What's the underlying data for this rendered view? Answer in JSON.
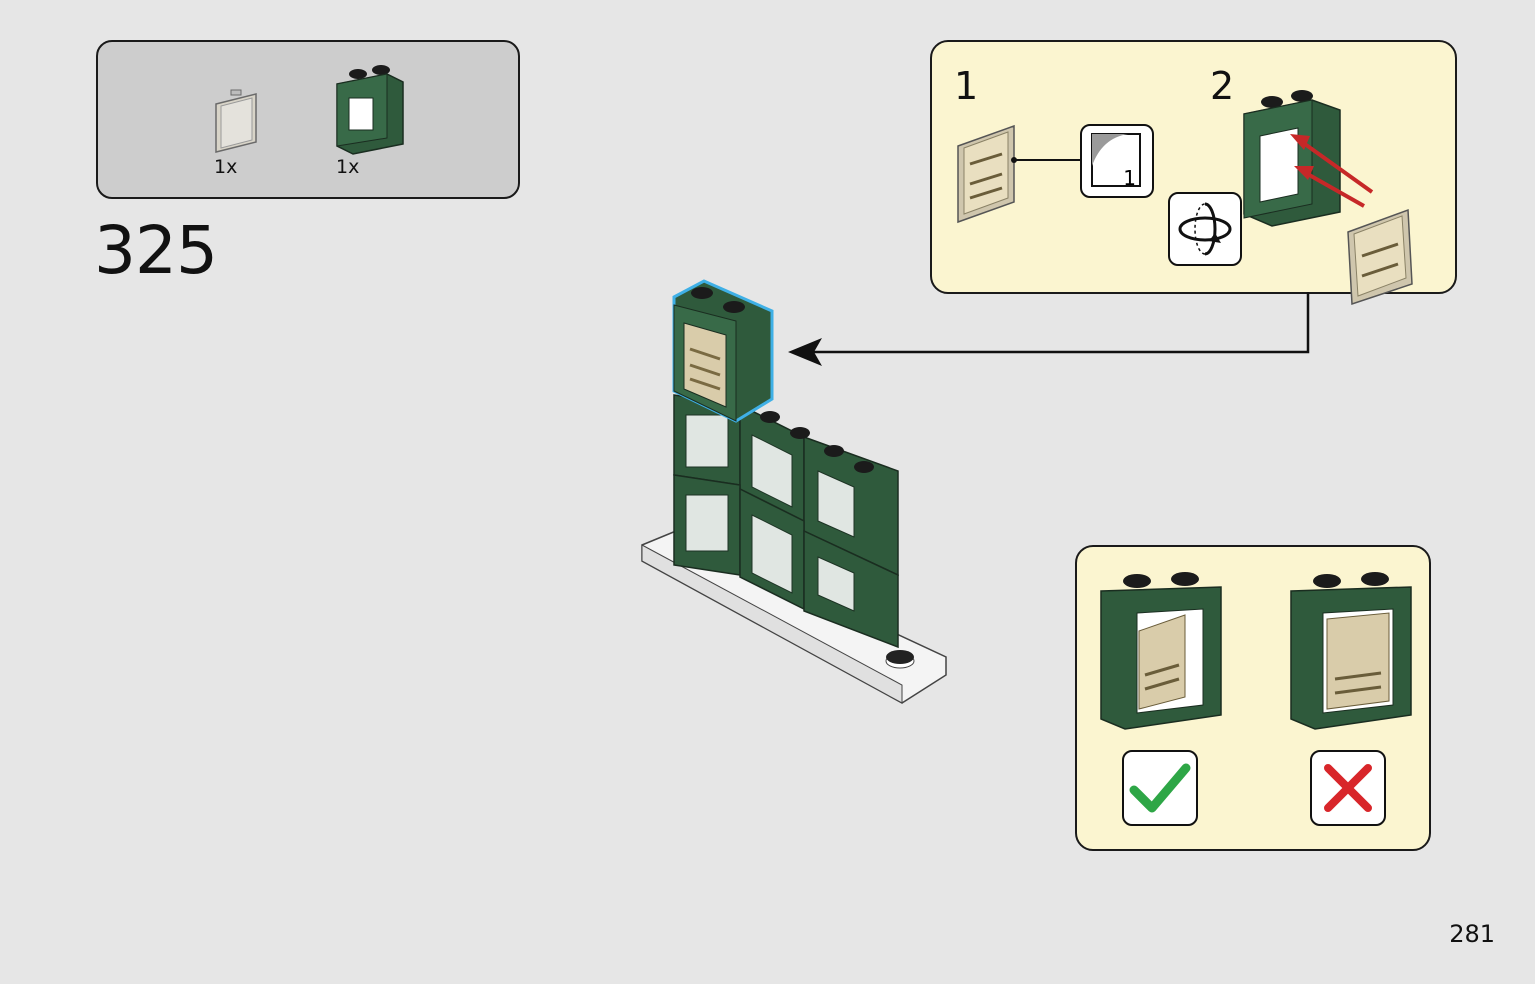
{
  "parts_list": {
    "items": [
      {
        "name": "transparent-glass-pane",
        "quantity": "1x"
      },
      {
        "name": "dark-green-window-frame",
        "quantity": "1x"
      }
    ]
  },
  "step": {
    "number": "325"
  },
  "sub_assembly": {
    "step1_label": "1",
    "step2_label": "2",
    "sticker_number": "1"
  },
  "page": {
    "number": "281"
  },
  "colors": {
    "dark_green": "#2f5a3c",
    "highlight": "#3fb0e6",
    "callout_bg": "#fbf5d0",
    "correct": "#2ea646",
    "wrong": "#d8262a"
  }
}
